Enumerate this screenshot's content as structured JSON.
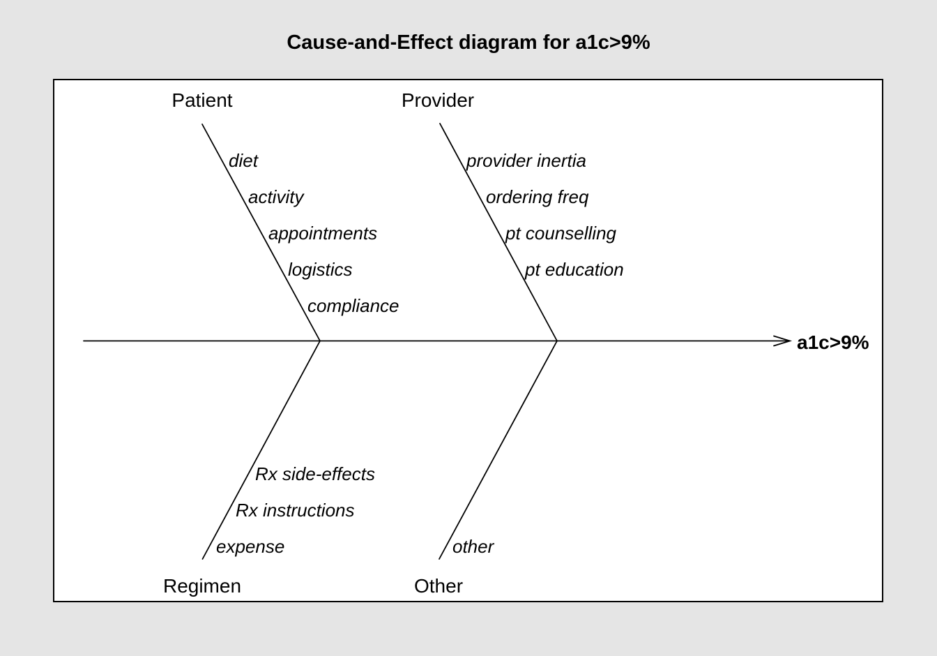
{
  "title": "Cause-and-Effect diagram for a1c>9%",
  "effect_label": "a1c>9%",
  "branches": [
    {
      "name": "Patient",
      "position": "top-left",
      "items": [
        "diet",
        "activity",
        "appointments",
        "logistics",
        "compliance"
      ]
    },
    {
      "name": "Provider",
      "position": "top-right",
      "items": [
        "provider inertia",
        "ordering freq",
        "pt counselling",
        "pt education"
      ]
    },
    {
      "name": "Regimen",
      "position": "bottom-left",
      "items": [
        "Rx side-effects",
        "Rx instructions",
        "expense"
      ]
    },
    {
      "name": "Other",
      "position": "bottom-right",
      "items": [
        "other"
      ]
    }
  ],
  "colors": {
    "canvas_background": "#e5e5e5",
    "plot_background": "#ffffff",
    "line": "#000000",
    "text": "#000000"
  }
}
